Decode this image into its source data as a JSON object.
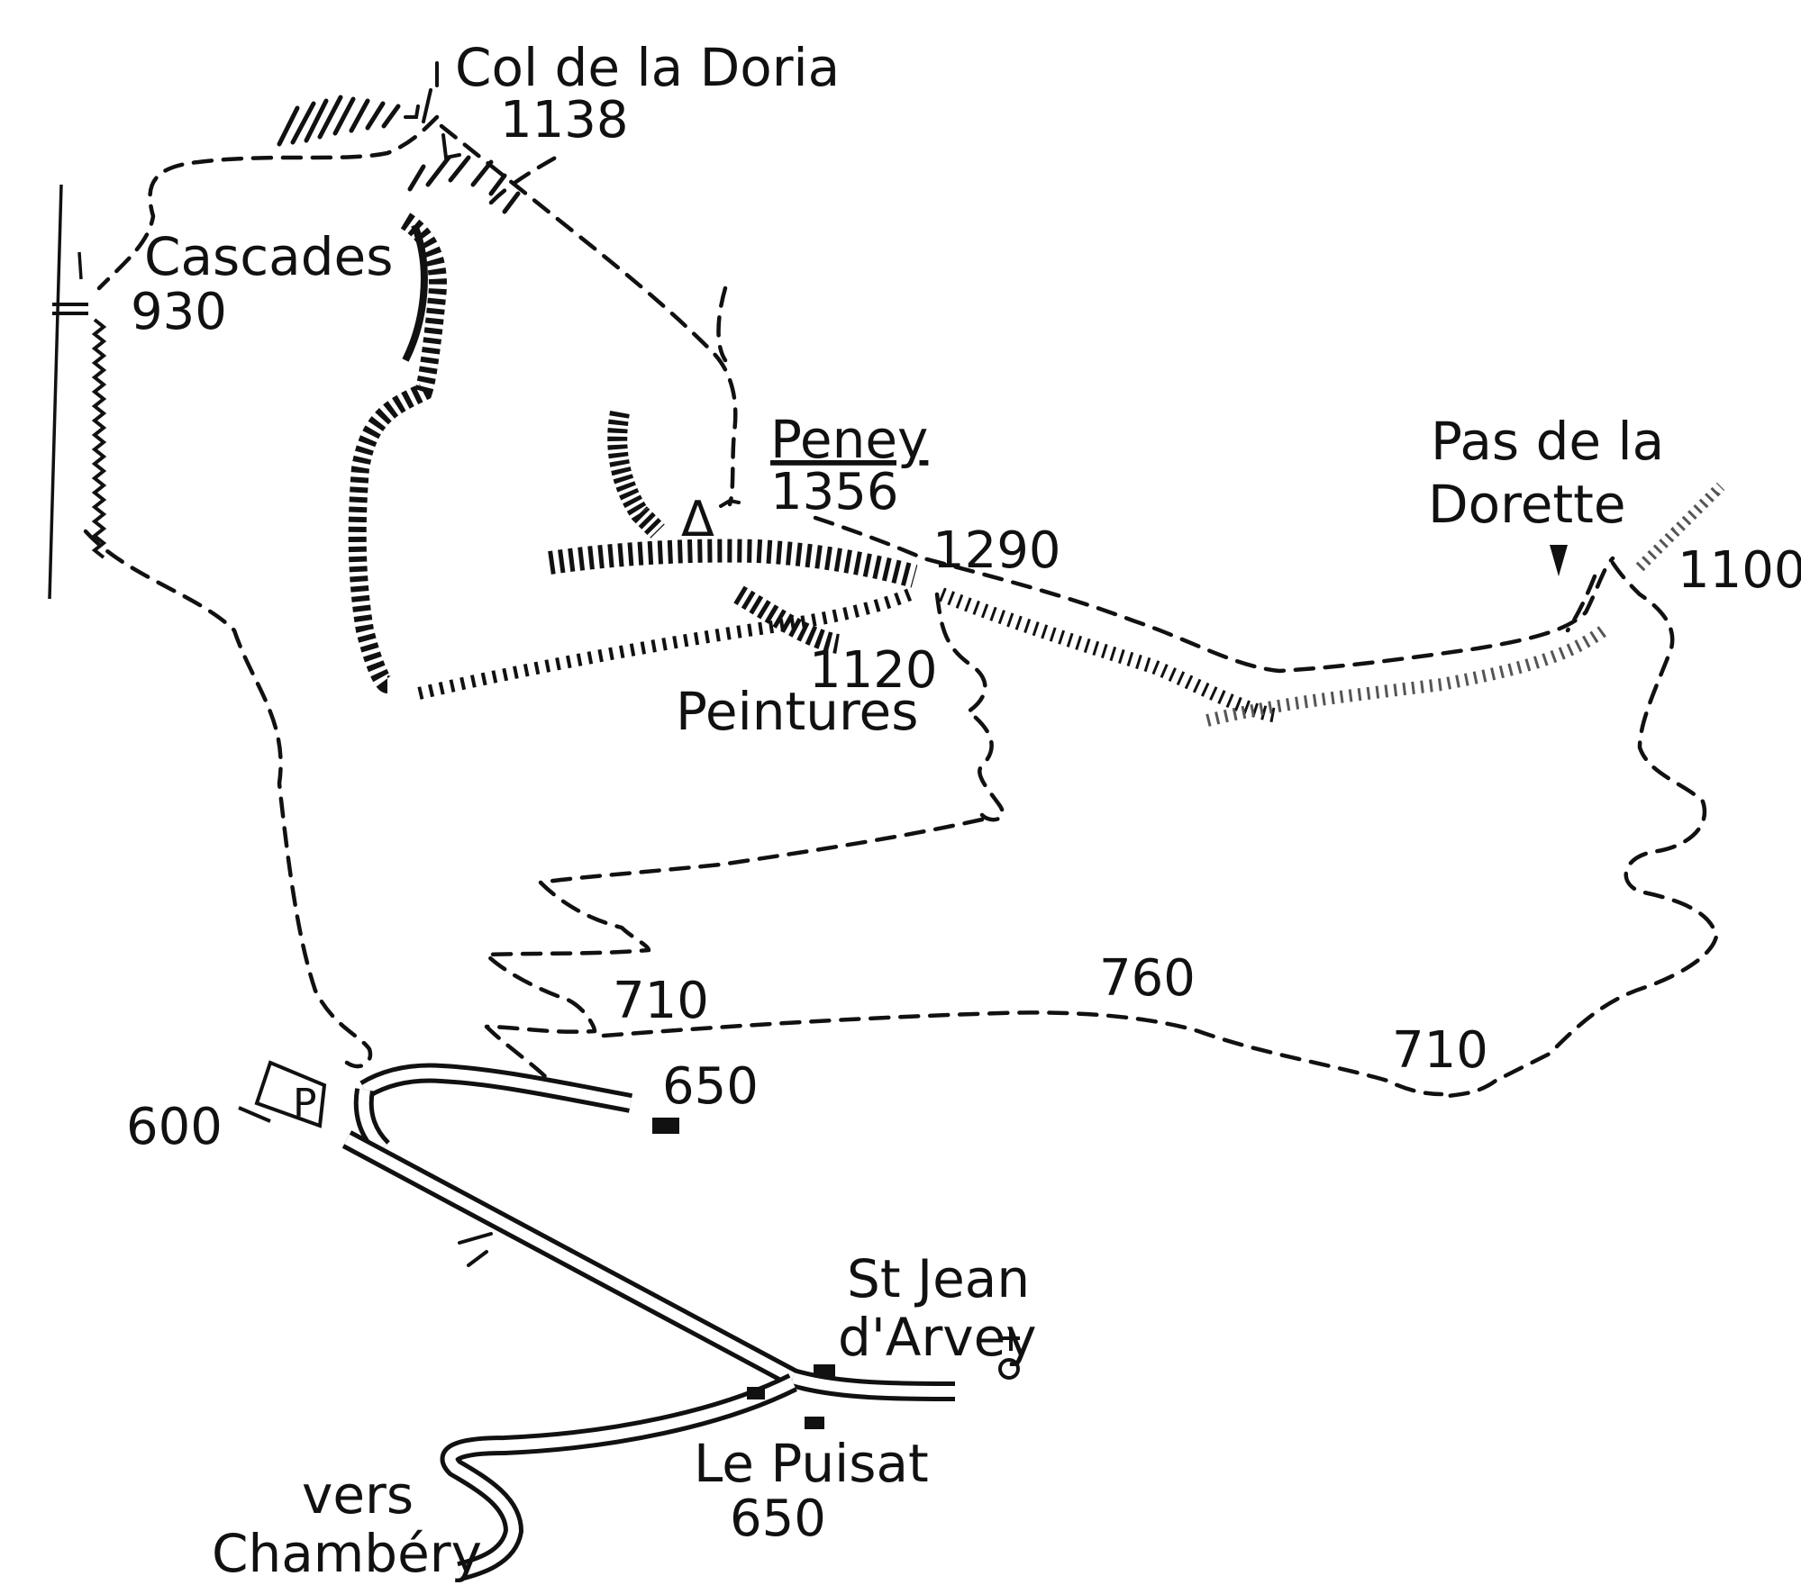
{
  "map": {
    "places": {
      "col_doria": {
        "name": "Col de la Doria",
        "alt": "1138"
      },
      "cascades": {
        "name": "Cascades",
        "alt": "930"
      },
      "peney": {
        "name": "Peney",
        "alt": "1356"
      },
      "peintures": {
        "name": "Peintures",
        "alt": "1120"
      },
      "pas_dorette": {
        "name_line1": "Pas de la",
        "name_line2": "Dorette"
      },
      "st_jean": {
        "name_line1": "St Jean",
        "name_line2": "d'Arvey"
      },
      "le_puisat": {
        "name": "Le Puisat",
        "alt": "650"
      },
      "vers_chambery": {
        "line1": "vers",
        "line2": "Chambéry"
      }
    },
    "altitudes": {
      "alt_1290": "1290",
      "alt_1100": "1100",
      "alt_710_center": "710",
      "alt_760": "760",
      "alt_710_right": "710",
      "alt_650_farm": "650",
      "alt_600_parking": "600"
    },
    "parking_symbol": "P",
    "summit_symbol": "Δ"
  }
}
